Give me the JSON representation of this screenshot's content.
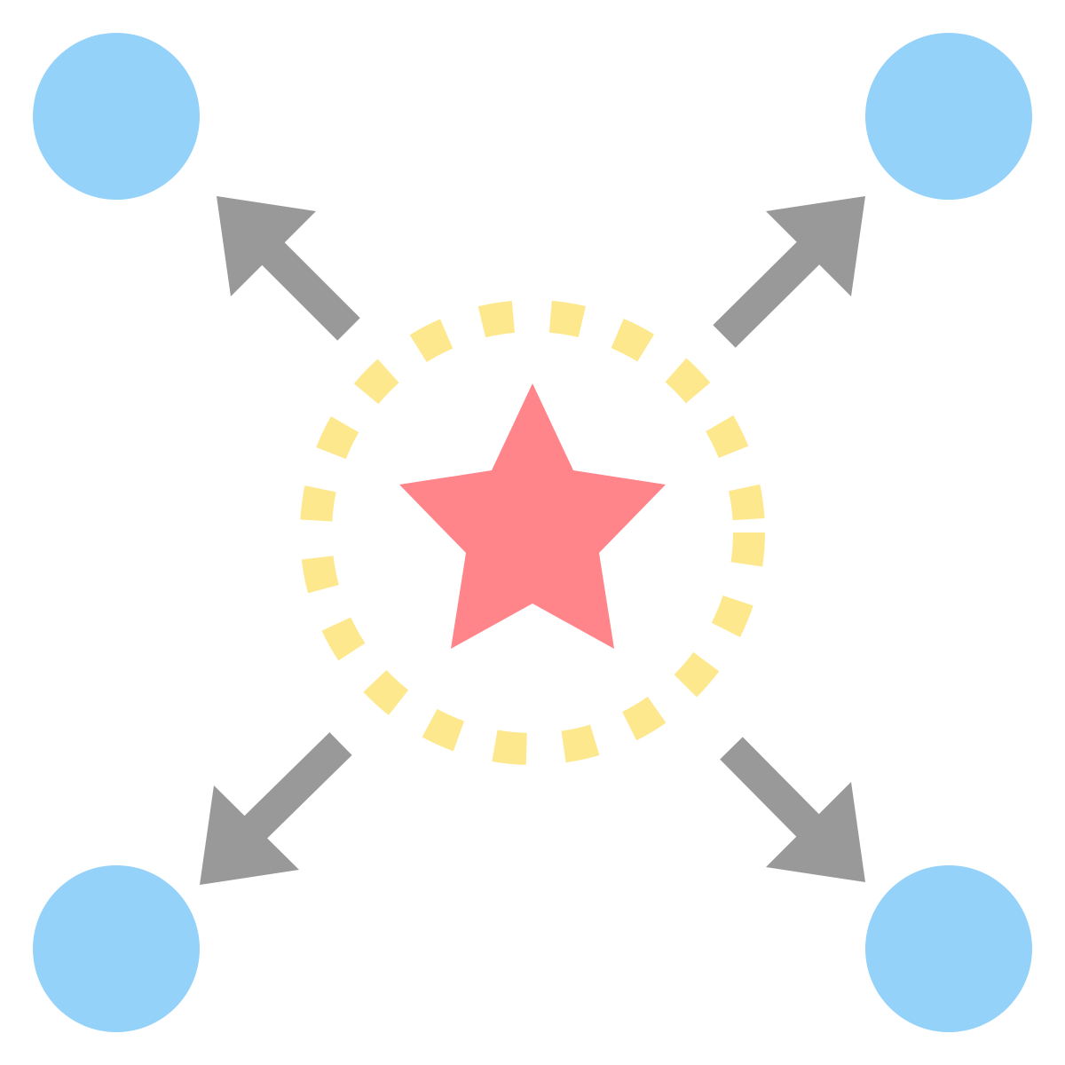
{
  "colors": {
    "node": "#94d2fa",
    "arrow": "#999999",
    "star": "#ff858b",
    "ring": "#fde88e",
    "background": "#ffffff"
  },
  "icons": {
    "center": "star-icon",
    "ring": "dashed-circle",
    "arrows": [
      "arrow-up-left-icon",
      "arrow-up-right-icon",
      "arrow-down-left-icon",
      "arrow-down-right-icon"
    ],
    "nodes": [
      "circle-top-left",
      "circle-top-right",
      "circle-bottom-left",
      "circle-bottom-right"
    ]
  }
}
